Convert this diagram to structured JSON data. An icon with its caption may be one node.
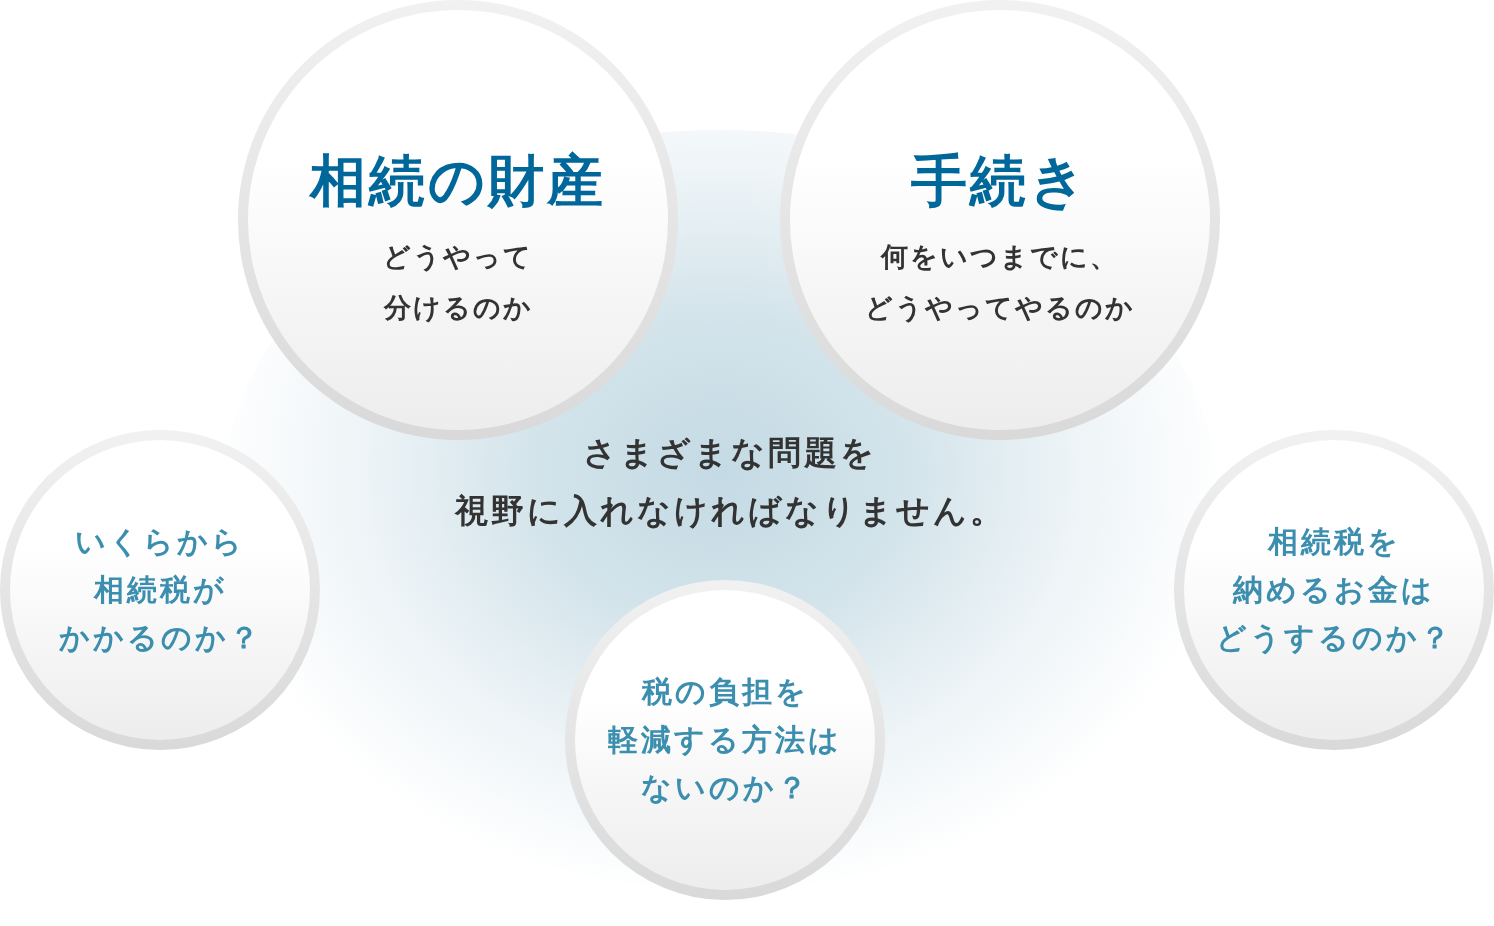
{
  "diagram": {
    "nodes": [
      {
        "text": [
          "相続の財産",
          "どうやって分けるのか"
        ]
      },
      {
        "text": [
          "手続き",
          "何をいつまでに、どうやってやるのか"
        ]
      },
      {
        "text": [
          "いくらから相続税がかかるのか？"
        ]
      },
      {
        "text": [
          "税の負担を軽減する方法はないのか？"
        ]
      },
      {
        "text": [
          "相続税を納めるお金はどうするのか？"
        ]
      }
    ],
    "labels": [
      "さまざまな問題を視野に入れなければなりません。"
    ]
  }
}
